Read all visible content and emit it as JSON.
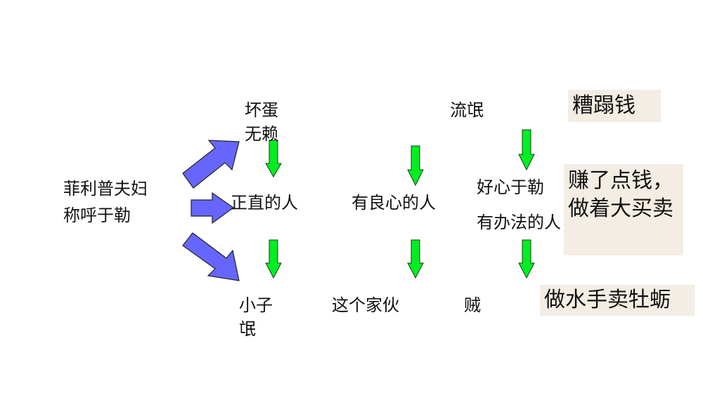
{
  "source": {
    "text": "菲利普夫妇称呼于勒"
  },
  "stage1": {
    "top": "坏蛋无赖",
    "middle": "正直的人",
    "bottom": "小子氓"
  },
  "stage2": {
    "top": "流氓",
    "middle": "有良心的人",
    "bottom": "这个家伙"
  },
  "stage3": {
    "middle_line1": "好心于勒",
    "middle_line2": "有办法的人",
    "bottom": "贼"
  },
  "notes": {
    "top": "糟蹋钱",
    "middle": "赚了点钱，做着大买卖",
    "bottom": "做水手卖牡蛎"
  },
  "colors": {
    "blue_arrow": "#6666ff",
    "green_arrow": "#00ee22",
    "note_bg": "#f3ede4"
  }
}
